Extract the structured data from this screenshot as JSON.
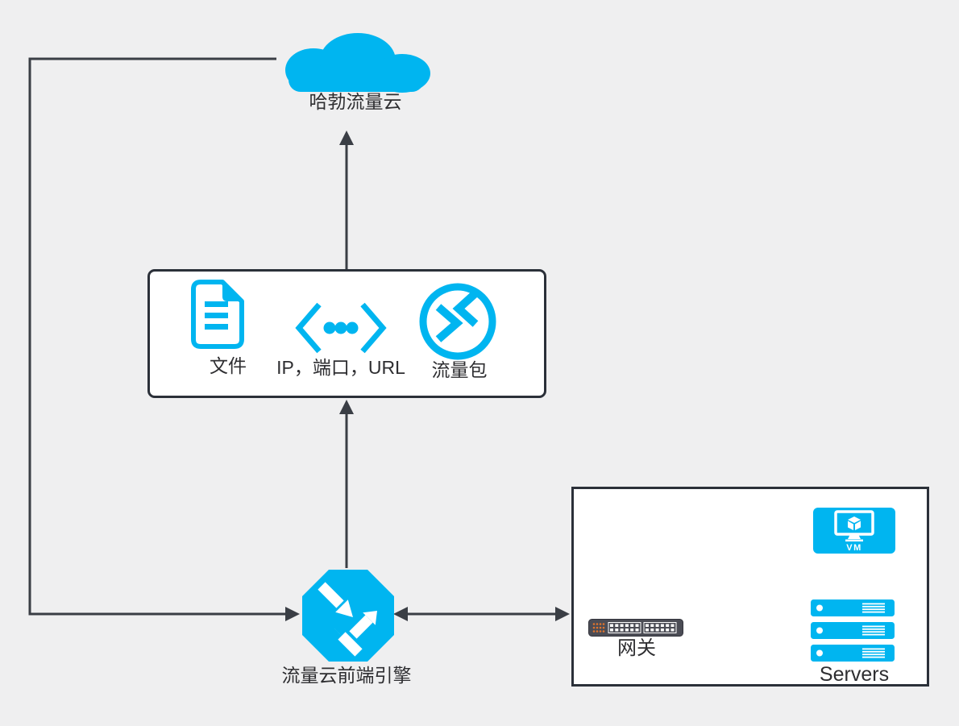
{
  "colors": {
    "background": "#efeff0",
    "accent_cyan": "#00b5f0",
    "connector_dark": "#3a3e45",
    "panel_border": "#2b3039",
    "text": "#2e2e31",
    "gateway_body": "#4b4c55",
    "gateway_leds_orange": "#e0742d",
    "gateway_ports_white": "#ffffff"
  },
  "nodes": {
    "cloud": {
      "label": "哈勃流量云",
      "icon": "cloud-icon"
    },
    "indicator_box": {
      "items": [
        {
          "icon": "file-icon",
          "label": "文件"
        },
        {
          "icon": "code-brackets-icon",
          "label": "IP，端口，URL"
        },
        {
          "icon": "traffic-package-icon",
          "label": "流量包"
        }
      ]
    },
    "engine": {
      "label": "流量云前端引擎",
      "icon": "exchange-octagon-icon"
    },
    "datacenter_box": {
      "vm": {
        "label": "VM",
        "icon": "vm-icon"
      },
      "gateway": {
        "label": "网关",
        "icon": "gateway-switch-icon"
      },
      "servers": {
        "label": "Servers",
        "icon": "server-stack-icon"
      }
    }
  },
  "connectors": [
    {
      "from": "流量云前端引擎",
      "to": "哈勃流量云",
      "type": "arrow",
      "route": "left-side-loop"
    },
    {
      "from": "indicator-box",
      "to": "哈勃流量云",
      "type": "arrow-up"
    },
    {
      "from": "流量云前端引擎",
      "to": "indicator-box",
      "type": "arrow-up"
    },
    {
      "from": "流量云前端引擎",
      "to": "datacenter-box",
      "type": "double-headed-arrow"
    },
    {
      "from": "VM",
      "to": "Servers",
      "type": "arrow-down"
    },
    {
      "from": "Servers",
      "to": "网关",
      "type": "arrow-left"
    }
  ]
}
